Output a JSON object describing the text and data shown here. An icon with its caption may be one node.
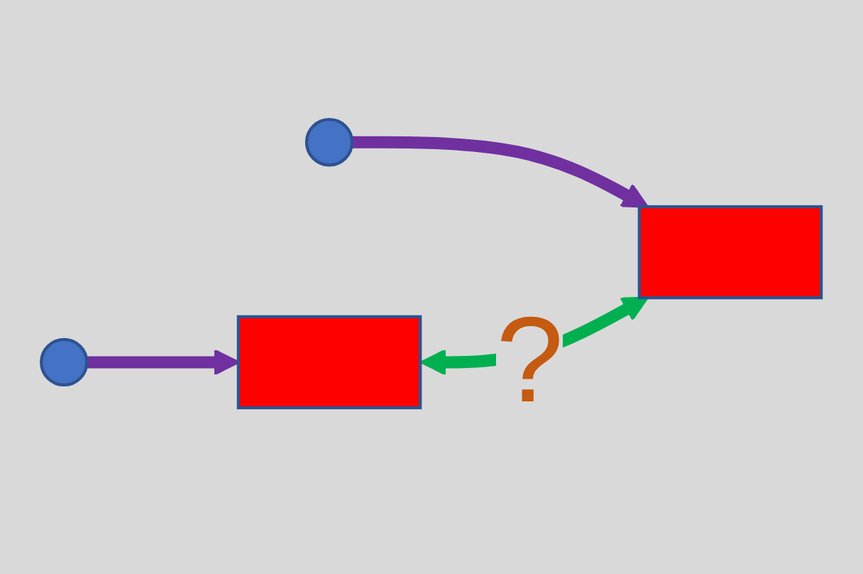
{
  "diagram": {
    "nodes": [
      {
        "text": [],
        "shape": "circle"
      },
      {
        "text": [],
        "shape": "box"
      },
      {
        "text": [],
        "shape": "circle"
      },
      {
        "text": [],
        "shape": "box"
      }
    ],
    "edges": [
      {
        "from": 0,
        "to": 1,
        "arrow": "to"
      },
      {
        "from": 2,
        "to": 3,
        "arrow": "to"
      },
      {
        "from": 1,
        "to": 3,
        "arrow": "both",
        "label": "?",
        "color": "#00b050"
      }
    ]
  }
}
